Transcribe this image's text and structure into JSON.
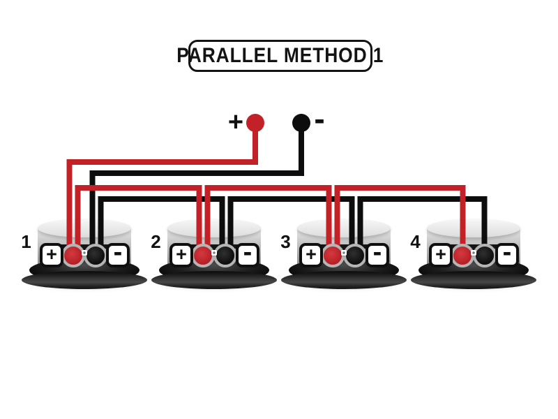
{
  "title": "PARALLEL METHOD 1",
  "colors": {
    "wire_red": "#c32128",
    "wire_black": "#0d0d0d"
  },
  "amplifier": {
    "positive_label": "+",
    "negative_label": "-"
  },
  "speakers": [
    {
      "number": "1",
      "positive_label": "+",
      "negative_label": "-"
    },
    {
      "number": "2",
      "positive_label": "+",
      "negative_label": "-"
    },
    {
      "number": "3",
      "positive_label": "+",
      "negative_label": "-"
    },
    {
      "number": "4",
      "positive_label": "+",
      "negative_label": "-"
    }
  ],
  "connections": [
    {
      "from": "amp-positive",
      "to": "speaker-1-positive",
      "color": "red"
    },
    {
      "from": "amp-negative",
      "to": "speaker-1-negative",
      "color": "black"
    },
    {
      "from": "speaker-1-positive",
      "to": "speaker-2-positive",
      "color": "red"
    },
    {
      "from": "speaker-1-negative",
      "to": "speaker-2-negative",
      "color": "black"
    },
    {
      "from": "speaker-2-positive",
      "to": "speaker-3-positive",
      "color": "red"
    },
    {
      "from": "speaker-2-negative",
      "to": "speaker-3-negative",
      "color": "black"
    },
    {
      "from": "speaker-3-positive",
      "to": "speaker-4-positive",
      "color": "red"
    },
    {
      "from": "speaker-3-negative",
      "to": "speaker-4-negative",
      "color": "black"
    }
  ]
}
